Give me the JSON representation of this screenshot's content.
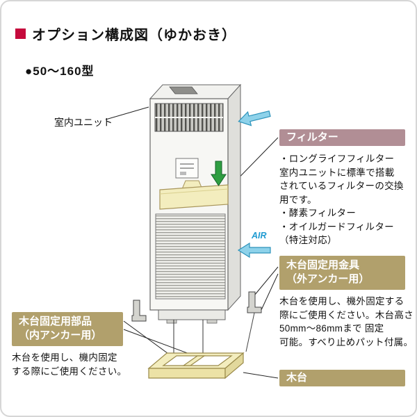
{
  "page": {
    "title": "オプション構成図（ゆかおき）",
    "subtitle": "●50〜160型"
  },
  "diagram_labels": {
    "indoor_unit": "室内ユニット",
    "air": "AIR"
  },
  "callouts": {
    "filter": {
      "header": "フィルター",
      "lines": [
        "・ロングライフフィルター",
        "室内ユニットに標準で搭載",
        "されているフィルターの交換",
        "用です。",
        "・酵素フィルター",
        "・オイルガードフィルター",
        "（特注対応）"
      ]
    },
    "outer_anchor": {
      "header_lines": [
        "木台固定用金具",
        "（外アンカー用）"
      ],
      "lines": [
        "木台を使用し、機外固定する",
        "際にご使用ください。木台高さ",
        "50mm〜86mmまで 固定",
        "可能。すべり止めパット付属。"
      ]
    },
    "inner_anchor": {
      "header_lines": [
        "木台固定用部品",
        "（内アンカー用）"
      ],
      "lines": [
        "木台を使用し、機内固定",
        "する際にご使用ください。"
      ]
    },
    "wooden_base": {
      "header": "木台"
    }
  },
  "colors": {
    "title_accent": "#c50a3c",
    "filter_header_bg": "#b18e95",
    "anchor_header_bg": "#b1a06c",
    "arrow_blue_fill": "#8ed2ea",
    "arrow_blue_stroke": "#2d93bb",
    "arrow_green": "#2f9e41",
    "part_yellow": "#f3edbe"
  }
}
